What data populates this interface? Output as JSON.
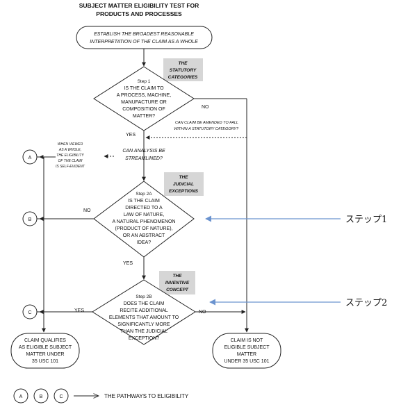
{
  "title": [
    "SUBJECT MATTER ELIGIBILITY TEST FOR",
    "PRODUCTS AND PROCESSES"
  ],
  "start": [
    "ESTABLISH THE BROADEST REASONABLE",
    "INTERPRETATION OF THE CLAIM AS A WHOLE"
  ],
  "tags": {
    "statutory": [
      "THE",
      "STATUTORY",
      "CATEGORIES"
    ],
    "judicial": [
      "THE",
      "JUDICIAL",
      "EXCEPTIONS"
    ],
    "inventive": [
      "THE",
      "INVENTIVE",
      "CONCEPT"
    ]
  },
  "step1": [
    "Step 1",
    "IS THE CLAIM TO",
    "A PROCESS, MACHINE,",
    "MANUFACTURE OR",
    "COMPOSITION OF",
    "MATTER?"
  ],
  "step2a": [
    "Step 2A",
    "IS THE CLAIM",
    "DIRECTED TO A",
    "LAW OF NATURE,",
    "A NATURAL PHENOMENON",
    "(PRODUCT OF NATURE),",
    "OR AN ABSTRACT",
    "IDEA?"
  ],
  "step2b": [
    "Step 2B",
    "DOES THE CLAIM",
    "RECITE ADDITIONAL",
    "ELEMENTS THAT AMOUNT TO",
    "SIGNIFICANTLY MORE",
    "THAN THE JUDICIAL",
    "EXCEPTION?"
  ],
  "amend_note": [
    "CAN CLAIM BE AMENDED TO FALL",
    "WITHIN A STATUTORY CATEGORY?"
  ],
  "streamlined": [
    "CAN ANALYSIS BE",
    "STREAMLINED?"
  ],
  "self_evident": [
    "WHEN VIEWED",
    "AS A WHOLE,",
    "THE ELIGIBILITY",
    "OF THE CLAIM",
    "IS SELF-EVIDENT"
  ],
  "labels": {
    "yes": "YES",
    "no": "NO"
  },
  "pathways": {
    "a": "A",
    "b": "B",
    "c": "C"
  },
  "eligible": [
    "CLAIM QUALIFIES",
    "AS ELIGIBLE SUBJECT",
    "MATTER UNDER",
    "35 USC 101"
  ],
  "not_eligible": [
    "CLAIM IS NOT",
    "ELIGIBLE SUBJECT",
    "MATTER",
    "UNDER 35 USC 101"
  ],
  "legend_text": "THE PATHWAYS TO ELIGIBILITY",
  "callouts": {
    "step1": "ステップ1",
    "step2": "ステップ2"
  },
  "colors": {
    "callout_arrow": "#6b93cf",
    "tag_bg": "#d6d6d6",
    "line": "#222222"
  }
}
